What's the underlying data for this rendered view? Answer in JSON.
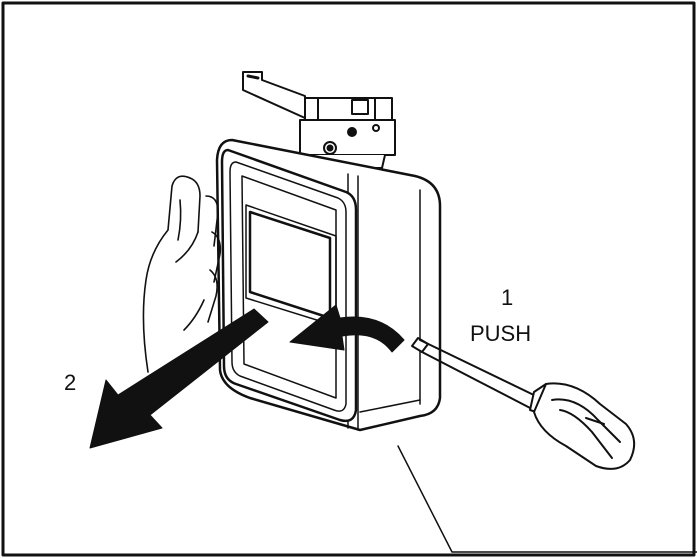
{
  "labels": {
    "step1_number": "1",
    "step1_action": "PUSH",
    "step2_number": "2"
  },
  "colors": {
    "line": "#111111",
    "fill": "#ffffff",
    "arrow": "#111111"
  },
  "icons": {
    "tool": "screwdriver-icon",
    "hand": "hand-icon"
  }
}
